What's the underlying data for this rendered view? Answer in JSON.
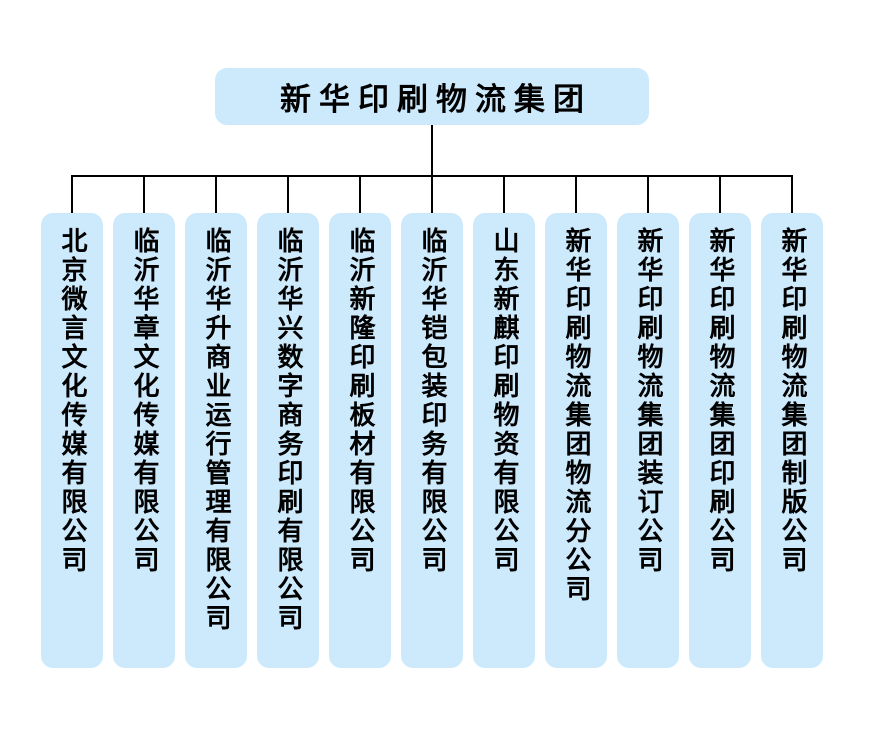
{
  "org_chart": {
    "root": {
      "label": "新华印刷物流集团"
    },
    "children": [
      {
        "label": "北京微言文化传媒有限公司"
      },
      {
        "label": "临沂华章文化传媒有限公司"
      },
      {
        "label": "临沂华升商业运行管理有限公司"
      },
      {
        "label": "临沂华兴数字商务印刷有限公司"
      },
      {
        "label": "临沂新隆印刷板材有限公司"
      },
      {
        "label": "临沂华铠包装印务有限公司"
      },
      {
        "label": "山东新麒印刷物资有限公司"
      },
      {
        "label": "新华印刷物流集团物流分公司"
      },
      {
        "label": "新华印刷物流集团装订公司"
      },
      {
        "label": "新华印刷物流集团印刷公司"
      },
      {
        "label": "新华印刷物流集团制版公司"
      }
    ],
    "colors": {
      "node_fill": "#cdeafc",
      "line": "#000000",
      "text": "#000000",
      "background": "#ffffff"
    }
  }
}
